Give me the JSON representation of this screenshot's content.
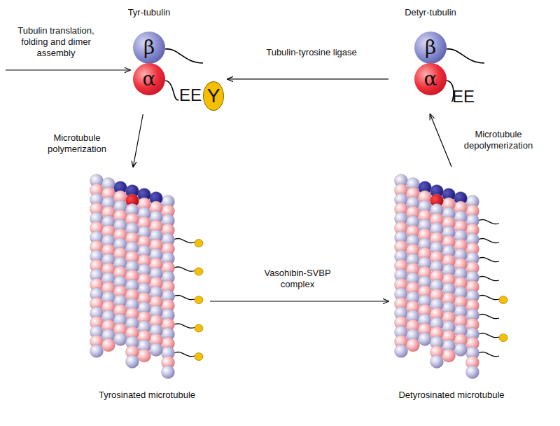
{
  "diagram": {
    "nodes": [
      {
        "text": [
          "Tyr-tubulin"
        ]
      },
      {
        "text": [
          "β"
        ],
        "in": 0
      },
      {
        "text": [
          "α"
        ],
        "in": 0
      },
      {
        "text": [
          "Y"
        ],
        "in": 0
      },
      {
        "text": [
          "Detyr-tubulin"
        ]
      },
      {
        "text": [
          "β"
        ],
        "in": 4
      },
      {
        "text": [
          "α"
        ],
        "in": 4
      },
      {
        "text": [
          "Tyrosinated microtubule"
        ]
      },
      {
        "text": [
          "Detyrosinated microtubule"
        ]
      }
    ],
    "edges": [
      {
        "from": 0,
        "to": 7,
        "label": "Microtubule polymerization",
        "arrow": "to"
      },
      {
        "from": 7,
        "to": 8,
        "label": "Vasohibin-SVBP complex",
        "arrow": "to"
      },
      {
        "from": 8,
        "to": 4,
        "label": "Microtubule depolymerization",
        "arrow": "to"
      },
      {
        "from": 4,
        "to": 0,
        "label": "Tubulin-tyrosine ligase",
        "arrow": "to"
      }
    ],
    "labels": [
      "Tubulin translation, folding and dimer assembly",
      "EE",
      "EE"
    ]
  }
}
